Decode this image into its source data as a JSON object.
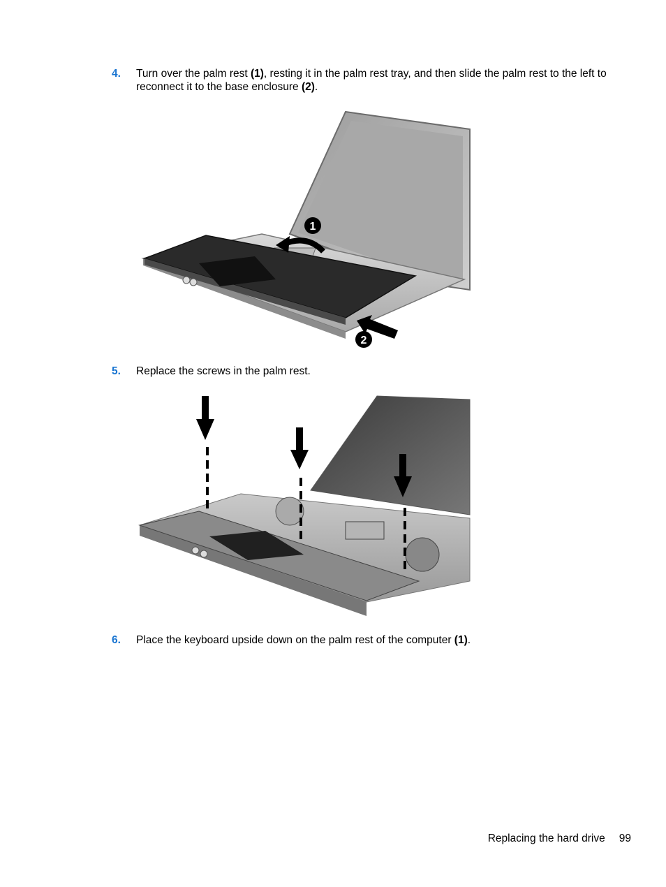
{
  "steps": [
    {
      "number": "4.",
      "parts": [
        {
          "t": "Turn over the palm rest ",
          "b": false
        },
        {
          "t": "(1)",
          "b": true
        },
        {
          "t": ", resting it in the palm rest tray, and then slide the palm rest to the left to reconnect it to the base enclosure ",
          "b": false
        },
        {
          "t": "(2)",
          "b": true
        },
        {
          "t": ".",
          "b": false
        }
      ]
    },
    {
      "number": "5.",
      "parts": [
        {
          "t": "Replace the screws in the palm rest.",
          "b": false
        }
      ]
    },
    {
      "number": "6.",
      "parts": [
        {
          "t": "Place the keyboard upside down on the palm rest of the computer ",
          "b": false
        },
        {
          "t": "(1)",
          "b": true
        },
        {
          "t": ".",
          "b": false
        }
      ]
    }
  ],
  "figure1": {
    "callouts": [
      "1",
      "2"
    ]
  },
  "footer": {
    "section": "Replacing the hard drive",
    "page": "99"
  },
  "colors": {
    "step_number": "#1a75d1",
    "text": "#000000"
  }
}
